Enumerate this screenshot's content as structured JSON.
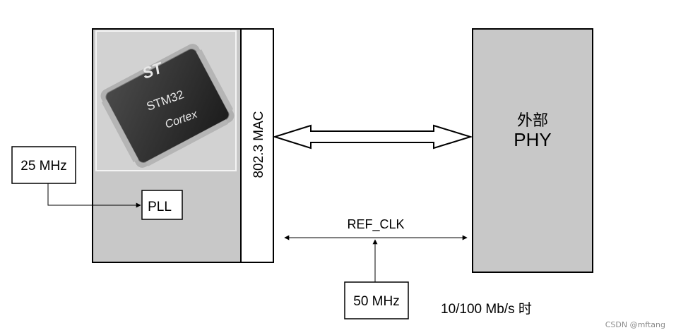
{
  "colors": {
    "mcu_fill": "#c8c8c8",
    "phy_fill": "#c8c8c8",
    "stroke": "#000000",
    "chip_bg": "#cfcfcf",
    "chip_body": "#2d2d2d"
  },
  "mcu": {
    "chip_brand": "ST",
    "chip_model": "STM32",
    "chip_core": "Cortex",
    "pll_label": "PLL",
    "mac_label": "802.3 MAC"
  },
  "clock_input": {
    "label": "25 MHz"
  },
  "phy": {
    "line1": "外部",
    "line2": "PHY"
  },
  "ref_clk": {
    "label": "REF_CLK"
  },
  "ref_source": {
    "label": "50 MHz"
  },
  "mode_note": "10/100 Mb/s 时",
  "watermark": "CSDN @mftang"
}
